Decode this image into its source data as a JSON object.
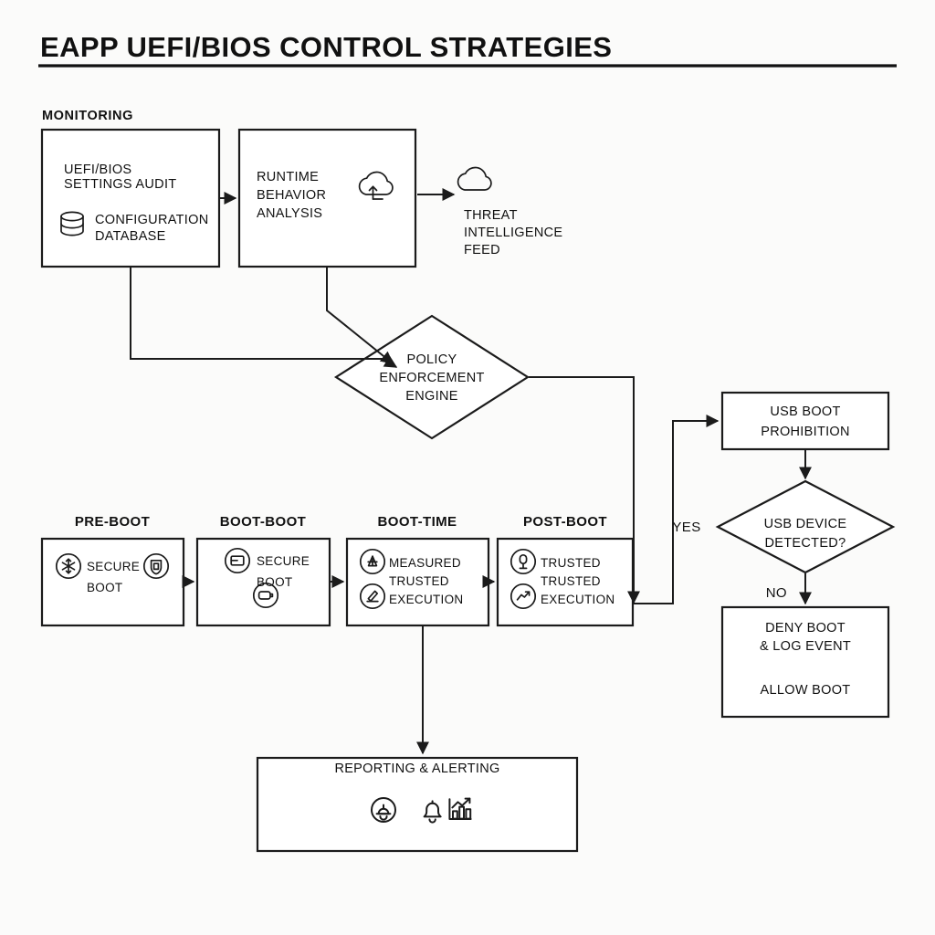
{
  "page": {
    "title": "EAPP UEFI/BIOS CONTROL STRATEGIES",
    "background_color": "#fbfbfa",
    "line_color": "#1b1b1b"
  },
  "sections": {
    "monitoring_label": "MONITORING"
  },
  "nodes": {
    "settings_audit": {
      "line1": "UEFI/BIOS",
      "line2": "SETTINGS AUDIT",
      "sub_line1": "CONFIGURATION",
      "sub_line2": "DATABASE",
      "icon": "database-icon"
    },
    "runtime_analysis": {
      "line1": "RUNTIME",
      "line2": "BEHAVIOR",
      "line3": "ANALYSIS",
      "icon": "cloud-upload-icon"
    },
    "threat_feed": {
      "line1": "THREAT",
      "line2": "INTELLIGENCE",
      "line3": "FEED",
      "icon": "cloud-icon"
    },
    "policy_engine": {
      "line1": "POLICY",
      "line2": "ENFORCEMENT",
      "line3": "ENGINE",
      "shape": "diamond"
    },
    "usb_prohibition": {
      "line1": "USB BOOT",
      "line2": "PROHIBITION"
    },
    "usb_decision": {
      "line1": "USB DEVICE",
      "line2": "DETECTED?",
      "shape": "diamond"
    },
    "boot_outcome": {
      "line1": "DENY BOOT",
      "line2": "& LOG EVENT",
      "line3": "ALLOW BOOT"
    },
    "reporting": {
      "title": "REPORTING & ALERTING",
      "icons": [
        "alarm-clock-bell-icon",
        "bell-icon",
        "bar-chart-icon"
      ]
    }
  },
  "boot_stages": [
    {
      "label": "PRE-BOOT",
      "line1": "SECURE",
      "line2": "BOOT",
      "icons": [
        "circled-snowflake-icon",
        "circled-shield-lock-icon"
      ]
    },
    {
      "label": "BOOT-BOOT",
      "line1": "SECURE",
      "line2": "BOOT",
      "icons": [
        "circled-card-icon",
        "circled-battery-icon"
      ]
    },
    {
      "label": "BOOT-TIME",
      "line1": "MEASURED",
      "line2": "TRUSTED",
      "line3": "EXECUTION",
      "icons": [
        "circled-chip-icon",
        "circled-signature-icon"
      ]
    },
    {
      "label": "POST-BOOT",
      "line1": "TRUSTED",
      "line2": "TRUSTED",
      "line3": "EXECUTION",
      "icons": [
        "circled-pin-icon",
        "circled-activity-icon"
      ]
    }
  ],
  "edge_labels": {
    "yes": "YES",
    "no": "NO"
  }
}
